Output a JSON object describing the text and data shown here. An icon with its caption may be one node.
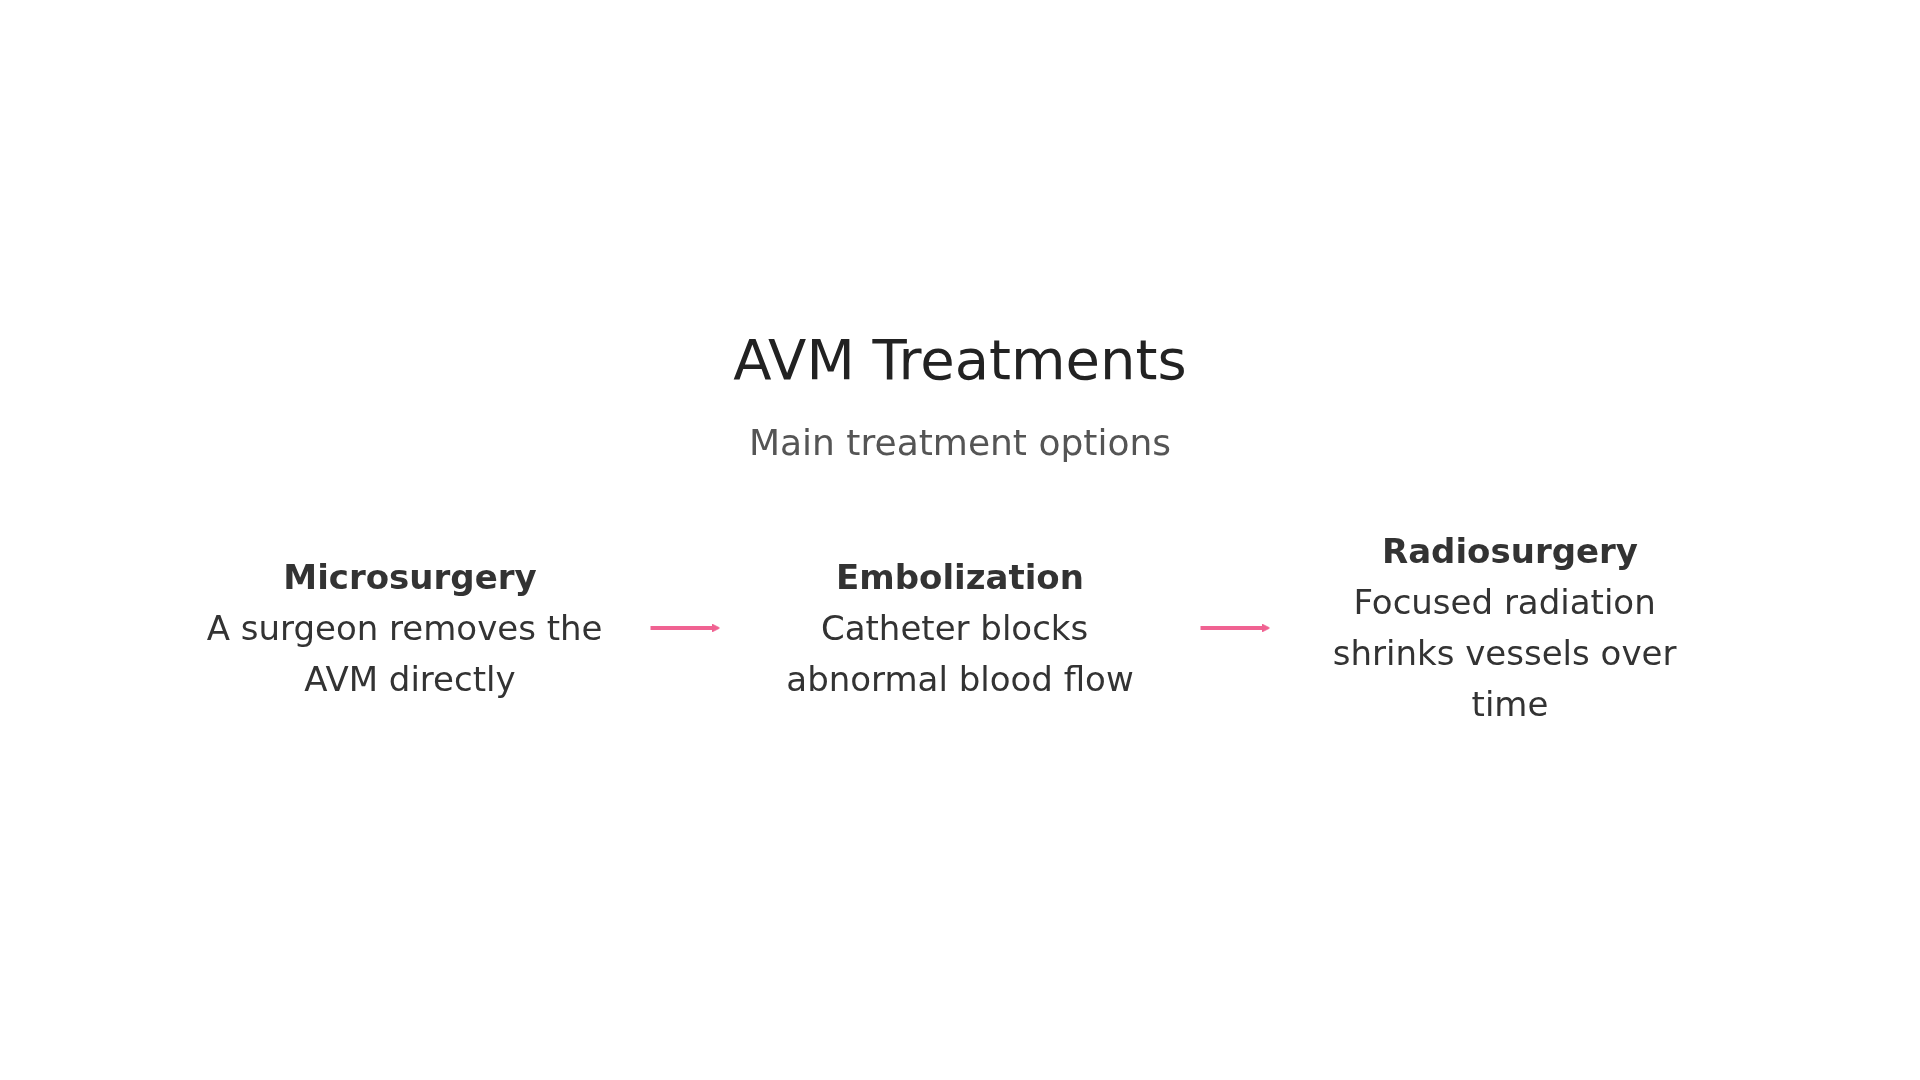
{
  "diagram": {
    "title": "AVM Treatments",
    "nodes": [
      {
        "text": [
          "Microsurgery",
          "A surgeon removes the AVM directly"
        ]
      },
      {
        "text": [
          "Embolization",
          "Catheter blocks abnormal blood flow"
        ]
      },
      {
        "text": [
          "Radiosurgery",
          "Focused radiation shrinks vessels over time"
        ]
      }
    ],
    "edges": [
      {
        "from": 0,
        "to": 1,
        "arrow": "to"
      },
      {
        "from": 1,
        "to": 2,
        "arrow": "to"
      }
    ],
    "labels": [
      "Main treatment options"
    ]
  }
}
